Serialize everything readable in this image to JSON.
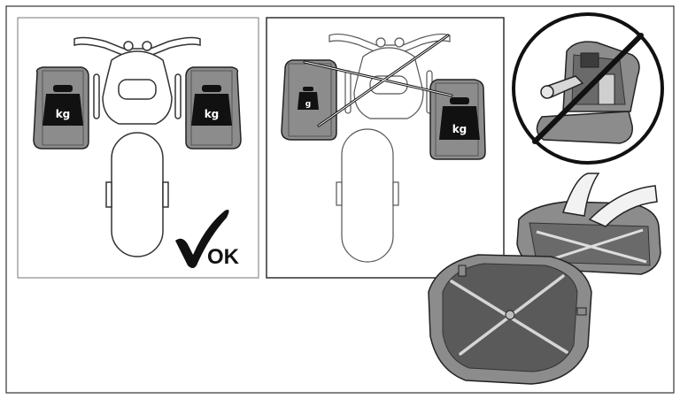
{
  "panel_correct": {
    "left_weight_label": "kg",
    "right_weight_label": "kg",
    "ok_label": "OK"
  },
  "panel_incorrect": {
    "left_weight_label": "g",
    "right_weight_label": "kg"
  },
  "colors": {
    "outline": "#222222",
    "case_fill": "#8c8c8c",
    "case_dark": "#5a5a5a",
    "weight_fill": "#111111"
  }
}
